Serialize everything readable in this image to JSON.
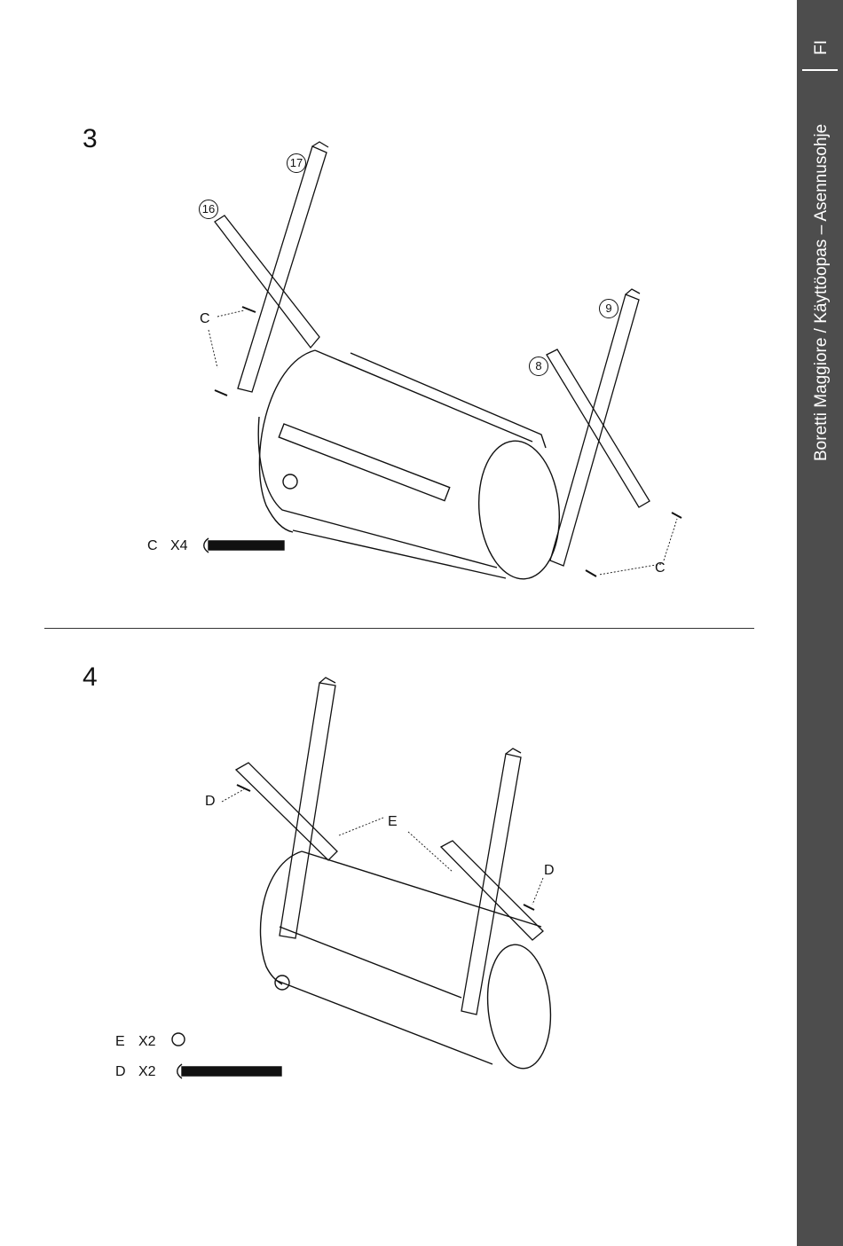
{
  "sidebar": {
    "lang": "FI",
    "title": "Boretti Maggiore / Käyttöopas – Asennusohje",
    "bg_color": "#4d4d4d"
  },
  "steps": [
    {
      "number": "3",
      "part_numbers": [
        "17",
        "16",
        "9",
        "8"
      ],
      "fastener_labels": [
        "C",
        "C"
      ],
      "parts_list": [
        {
          "letter": "C",
          "qty": "X4",
          "icon": "bolt-icon"
        }
      ]
    },
    {
      "number": "4",
      "fastener_labels": [
        "D",
        "E",
        "D"
      ],
      "parts_list": [
        {
          "letter": "E",
          "qty": "X2",
          "icon": "cap-nut-icon"
        },
        {
          "letter": "D",
          "qty": "X2",
          "icon": "bolt-icon"
        }
      ]
    }
  ]
}
